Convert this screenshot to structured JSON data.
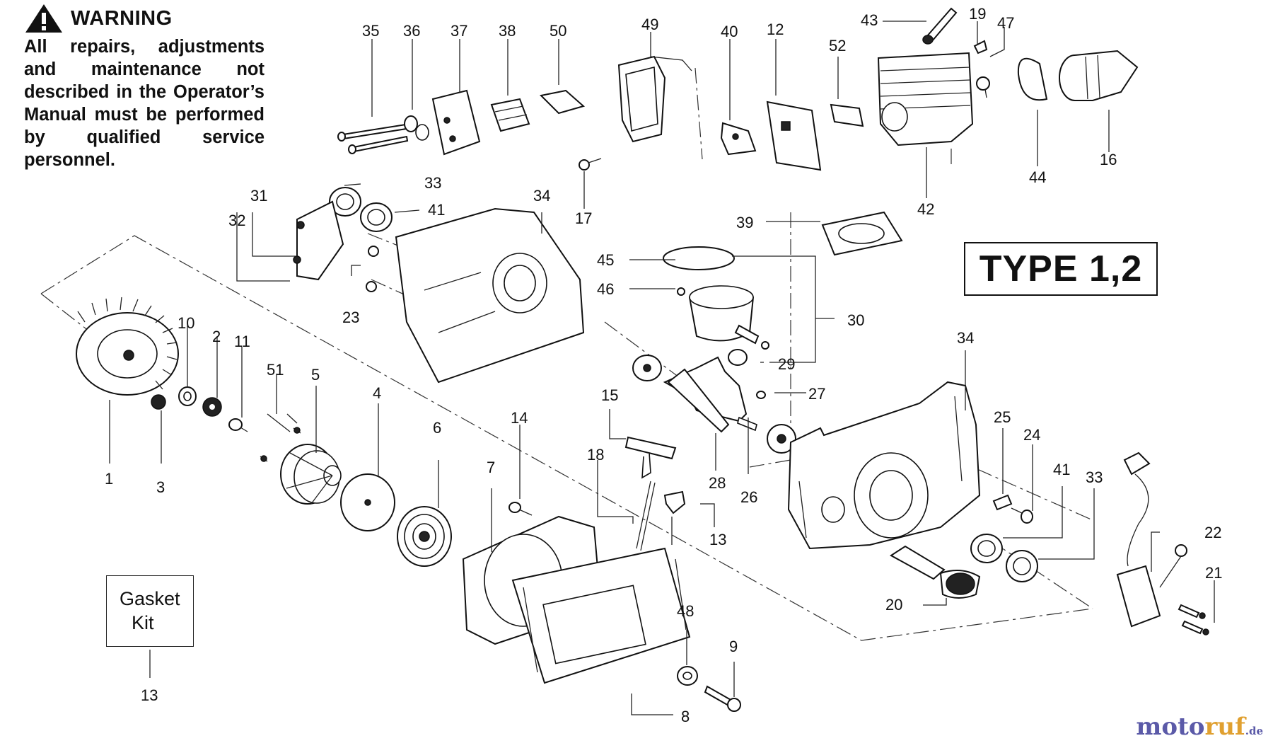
{
  "warning": {
    "title": "WARNING",
    "text": "All repairs, adjustments and maintenance not described in the Operator’s Manual must be performed by qualified service personnel.",
    "icon": "warning-triangle-icon"
  },
  "type_label": "TYPE 1,2",
  "gasket_kit": {
    "line1": "Gasket",
    "line2": "Kit",
    "ref": "13"
  },
  "watermark": {
    "part1": "moto",
    "part2": "ruf",
    "tld": ".de"
  },
  "callouts": {
    "c35": "35",
    "c36": "36",
    "c37": "37",
    "c38": "38",
    "c50": "50",
    "c49": "49",
    "c40": "40",
    "c12": "12",
    "c52": "52",
    "c43": "43",
    "c19": "19",
    "c47": "47",
    "c44": "44",
    "c16": "16",
    "c42": "42",
    "c17": "17",
    "c33a": "33",
    "c41a": "41",
    "c34a": "34",
    "c31": "31",
    "c32": "32",
    "c23": "23",
    "c39": "39",
    "c45": "45",
    "c46": "46",
    "c30": "30",
    "c29": "29",
    "c27": "27",
    "c28": "28",
    "c26": "26",
    "c10": "10",
    "c2": "2",
    "c11": "11",
    "c51": "51",
    "c5": "5",
    "c4": "4",
    "c6": "6",
    "c1": "1",
    "c3": "3",
    "c15": "15",
    "c14": "14",
    "c7": "7",
    "c18": "18",
    "c13a": "13",
    "c34b": "34",
    "c25": "25",
    "c24": "24",
    "c41b": "41",
    "c33b": "33",
    "c22": "22",
    "c21": "21",
    "c20": "20",
    "c48": "48",
    "c9": "9",
    "c8": "8",
    "c13b": "13"
  }
}
